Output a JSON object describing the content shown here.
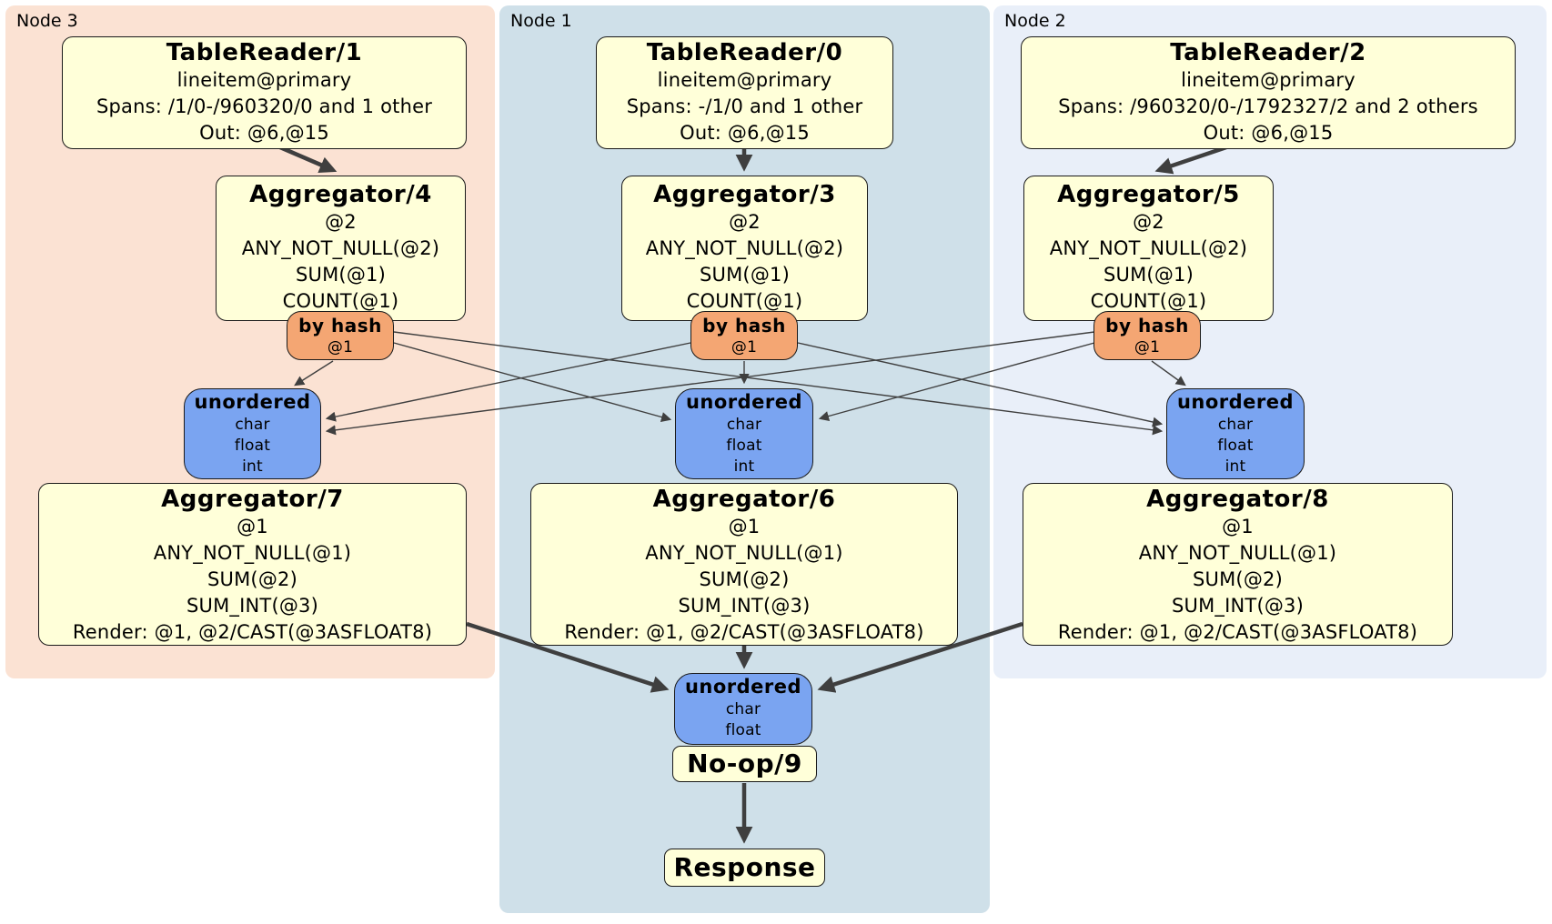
{
  "colors": {
    "node3_panel_bg": "#fbe2d3",
    "node1_panel_bg": "#cfe0e9",
    "node2_panel_bg": "#e9eff9",
    "processor_box_bg": "#ffffd9",
    "router_box_bg": "#f4a673",
    "sync_box_bg": "#7aa4f1",
    "box_border": "#1a1a1a",
    "edge_color": "#3f3f3f"
  },
  "panels": {
    "node3": {
      "label": "Node 3"
    },
    "node1": {
      "label": "Node 1"
    },
    "node2": {
      "label": "Node 2"
    }
  },
  "boxes": {
    "tr1": {
      "title": "TableReader/1",
      "lines": [
        "lineitem@primary",
        "Spans: /1/0-/960320/0 and 1 other",
        "Out: @6,@15"
      ]
    },
    "tr0": {
      "title": "TableReader/0",
      "lines": [
        "lineitem@primary",
        "Spans: -/1/0 and 1 other",
        "Out: @6,@15"
      ]
    },
    "tr2": {
      "title": "TableReader/2",
      "lines": [
        "lineitem@primary",
        "Spans: /960320/0-/1792327/2 and 2 others",
        "Out: @6,@15"
      ]
    },
    "agg4": {
      "title": "Aggregator/4",
      "lines": [
        "@2",
        "ANY_NOT_NULL(@2)",
        "SUM(@1)",
        "COUNT(@1)"
      ]
    },
    "agg3": {
      "title": "Aggregator/3",
      "lines": [
        "@2",
        "ANY_NOT_NULL(@2)",
        "SUM(@1)",
        "COUNT(@1)"
      ]
    },
    "agg5": {
      "title": "Aggregator/5",
      "lines": [
        "@2",
        "ANY_NOT_NULL(@2)",
        "SUM(@1)",
        "COUNT(@1)"
      ]
    },
    "byhash_left": {
      "title": "by hash",
      "lines": [
        "@1"
      ]
    },
    "byhash_mid": {
      "title": "by hash",
      "lines": [
        "@1"
      ]
    },
    "byhash_right": {
      "title": "by hash",
      "lines": [
        "@1"
      ]
    },
    "unordered_left": {
      "title": "unordered",
      "lines": [
        "char",
        "float",
        "int"
      ]
    },
    "unordered_mid": {
      "title": "unordered",
      "lines": [
        "char",
        "float",
        "int"
      ]
    },
    "unordered_right": {
      "title": "unordered",
      "lines": [
        "char",
        "float",
        "int"
      ]
    },
    "agg7": {
      "title": "Aggregator/7",
      "lines": [
        "@1",
        "ANY_NOT_NULL(@1)",
        "SUM(@2)",
        "SUM_INT(@3)",
        "Render: @1, @2/CAST(@3ASFLOAT8)"
      ]
    },
    "agg6": {
      "title": "Aggregator/6",
      "lines": [
        "@1",
        "ANY_NOT_NULL(@1)",
        "SUM(@2)",
        "SUM_INT(@3)",
        "Render: @1, @2/CAST(@3ASFLOAT8)"
      ]
    },
    "agg8": {
      "title": "Aggregator/8",
      "lines": [
        "@1",
        "ANY_NOT_NULL(@1)",
        "SUM(@2)",
        "SUM_INT(@3)",
        "Render: @1, @2/CAST(@3ASFLOAT8)"
      ]
    },
    "unordered_final": {
      "title": "unordered",
      "lines": [
        "char",
        "float"
      ]
    },
    "noop": {
      "title": "No-op/9"
    },
    "response": {
      "title": "Response"
    }
  }
}
